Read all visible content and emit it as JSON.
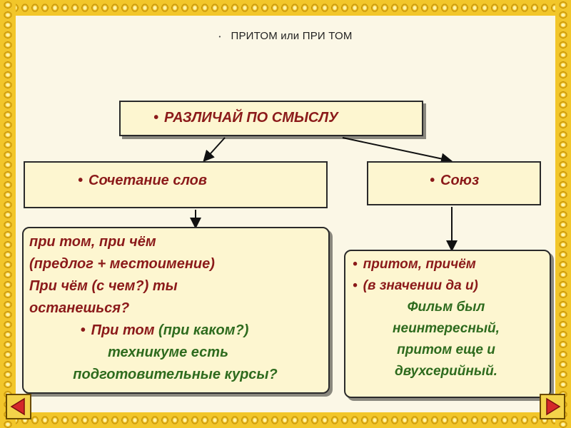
{
  "slide": {
    "title": "ПРИТОМ или ПРИ ТОМ"
  },
  "diagram": {
    "root": "РАЗЛИЧАЙ ПО СМЫСЛУ",
    "left_branch": "Сочетание слов",
    "right_branch": "Союз",
    "left_detail": {
      "line1": "при том, при чём",
      "line2": "(предлог + местоимение)",
      "line3": "При чём (с чем?) ты",
      "line4": "останешься?",
      "line5_a": "При том",
      "line5_b": " (при каком?)",
      "line6": "техникуме есть",
      "line7": "подготовительные курсы?"
    },
    "right_detail": {
      "line1": "притом, причём",
      "line2": "(в значении да и)",
      "line3": "Фильм был",
      "line4": "неинтересный,",
      "line5": "притом еще и",
      "line6": "двухсерийный."
    }
  },
  "nav": {
    "prev_icon": "triangle-left-icon",
    "next_icon": "triangle-right-icon"
  },
  "colors": {
    "frame_gold": "#f2c62a",
    "box_fill": "#fdf6d0",
    "text_red": "#8b1a1a",
    "text_green": "#2e6b1e",
    "arrow_teal": "#1f8a8a"
  }
}
